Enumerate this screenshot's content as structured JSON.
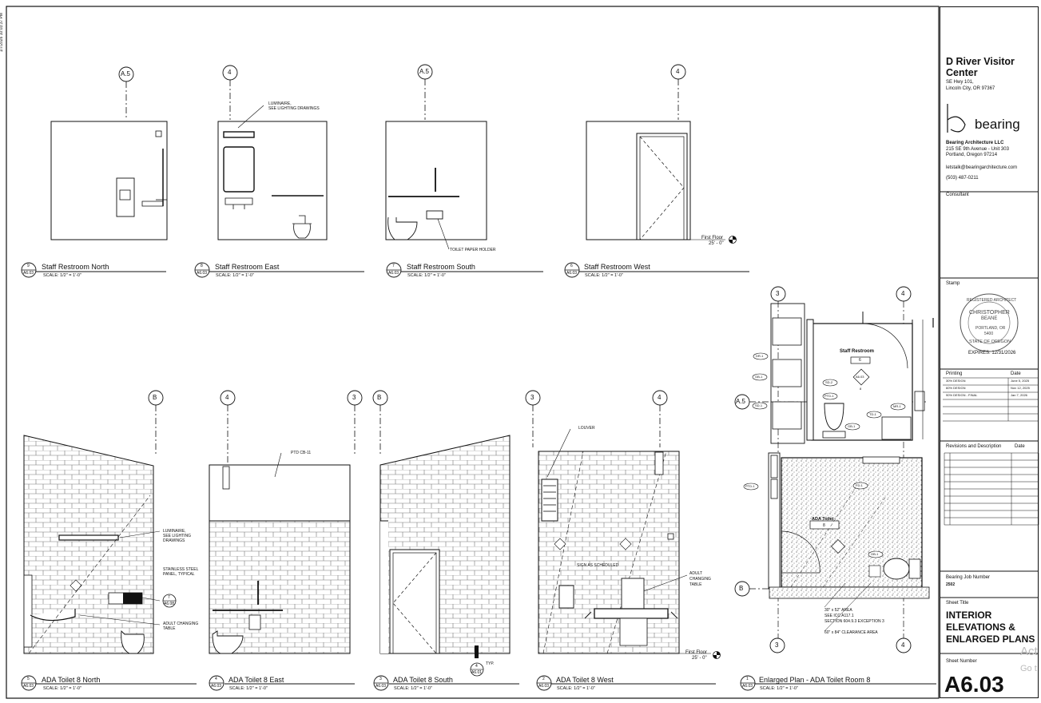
{
  "print_stamp": "1/7/2026 10:03:37 PM",
  "project": {
    "name": "D River Visitor Center",
    "address1": "SE Hwy 101,",
    "address2": "Lincoln City, OR 97367"
  },
  "firm": {
    "logo_text": "bearing",
    "name": "Bearing Architecture LLC",
    "address1": "215 SE 9th Avenue - Unit 303",
    "address2": "Portland, Oregon 97214",
    "email": "letstalk@bearingarchitecture.com",
    "phone": "(503) 487-0211"
  },
  "consultant_label": "Consultant",
  "stamp": {
    "label": "Stamp",
    "seal_text": "REGISTERED ARCHITECT",
    "seal_name1": "CHRISTOPHER",
    "seal_name2": "BEANE",
    "seal_city": "PORTLAND, OR",
    "seal_num": "5400",
    "seal_state": "STATE OF OREGON",
    "expires": "EXPIRES: 12/31/2026"
  },
  "printing": {
    "col1": "Printing",
    "col2": "Date",
    "rows": [
      {
        "name": "30% DESIGN",
        "date": "June 5, 2025"
      },
      {
        "name": "60% DESIGN",
        "date": "Nov 12, 2025"
      },
      {
        "name": "90% DESIGN - FINAL",
        "date": "Jan 7, 2026"
      }
    ]
  },
  "revisions": {
    "col1": "Revisions and Description",
    "col2": "Date"
  },
  "job": {
    "label": "Bearing Job Number",
    "value": "2502"
  },
  "sheet_title": {
    "label": "Sheet Title",
    "value": "INTERIOR ELEVATIONS & ENLARGED PLANS"
  },
  "sheet_number": {
    "label": "Sheet Number",
    "value": "A6.03"
  },
  "views": [
    {
      "num": "9",
      "sheet": "A6.03",
      "title": "Staff Restroom North",
      "scale": "SCALE:  1/2\" = 1'-0\""
    },
    {
      "num": "8",
      "sheet": "A6.03",
      "title": "Staff Restroom East",
      "scale": "SCALE:  1/2\" = 1'-0\""
    },
    {
      "num": "7",
      "sheet": "A6.03",
      "title": "Staff Restroom South",
      "scale": "SCALE:  1/2\" = 1'-0\""
    },
    {
      "num": "6",
      "sheet": "A6.03",
      "title": "Staff Restroom West",
      "scale": "SCALE:  1/2\" = 1'-0\""
    },
    {
      "num": "5",
      "sheet": "A6.03",
      "title": "ADA Toilet 8 North",
      "scale": "SCALE:  1/2\" = 1'-0\""
    },
    {
      "num": "4",
      "sheet": "A6.03",
      "title": "ADA Toilet 8 East",
      "scale": "SCALE:  1/2\" = 1'-0\""
    },
    {
      "num": "3",
      "sheet": "A6.03",
      "title": "ADA Toilet 8 South",
      "scale": "SCALE:  1/2\" = 1'-0\""
    },
    {
      "num": "2",
      "sheet": "A6.03",
      "title": "ADA Toilet 8 West",
      "scale": "SCALE:  1/2\" = 1'-0\""
    },
    {
      "num": "1",
      "sheet": "A6.03",
      "title": "Enlarged Plan - ADA Toilet Room 8",
      "scale": "SCALE:  1/2\" = 1'-0\""
    }
  ],
  "grid": {
    "a5": "A.5",
    "g4": "4",
    "g3": "3",
    "gb": "B"
  },
  "notes": {
    "luminaire": "LUMINAIRE,",
    "see_lighting": "SEE LIGHTING DRAWINGS",
    "see_lighting1": "SEE LIGHTING",
    "see_lighting2": "DRAWINGS",
    "toilet_paper": "TOILET PAPER HOLDER",
    "first_floor": "First Floor",
    "elev": "25' - 0\"",
    "ptd": "PTD CB-11",
    "louver": "LOUVER",
    "sign": "SIGN AS SCHEDULED",
    "adult_changing1": "ADULT",
    "adult_changing2": "CHANGING",
    "adult_changing3": "TABLE",
    "stainless1": "STAINLESS STEEL",
    "stainless2": "PANEL, TYPICAL",
    "adult_changing_table1": "ADULT CHANGING",
    "adult_changing_table2": "TABLE",
    "typ": "TYP.",
    "ref_num": "7",
    "ref_sheet": "A6.08",
    "ref_num2": "4",
    "ref_sheet2": "A6.01",
    "area1": "30\" x 52\" AREA",
    "area2": "SEE ICC A117.1",
    "area3": "SECTION 604.9.3 EXCEPTION 3",
    "clearance": "60\" x 84\" CLEARANCE AREA",
    "staff_restroom": "Staff Restroom",
    "staff_restroom_num": "6",
    "ada_toilet": "ADA Toilet",
    "ada_toilet_num": "8",
    "tag_a6": "A6.03",
    "tag_8": "8",
    "tag_dr1": "DR-1",
    "tag_gb1": "GB-1",
    "tag_ptd": "PTD-1",
    "tag_sd1": "SD-1",
    "tag_sd2": "SD-2",
    "tag_td": "TD-1",
    "tag_mr1": "MR-1",
    "tag_fd": "FD-1"
  },
  "watermark1": "Act",
  "watermark2": "Go t"
}
